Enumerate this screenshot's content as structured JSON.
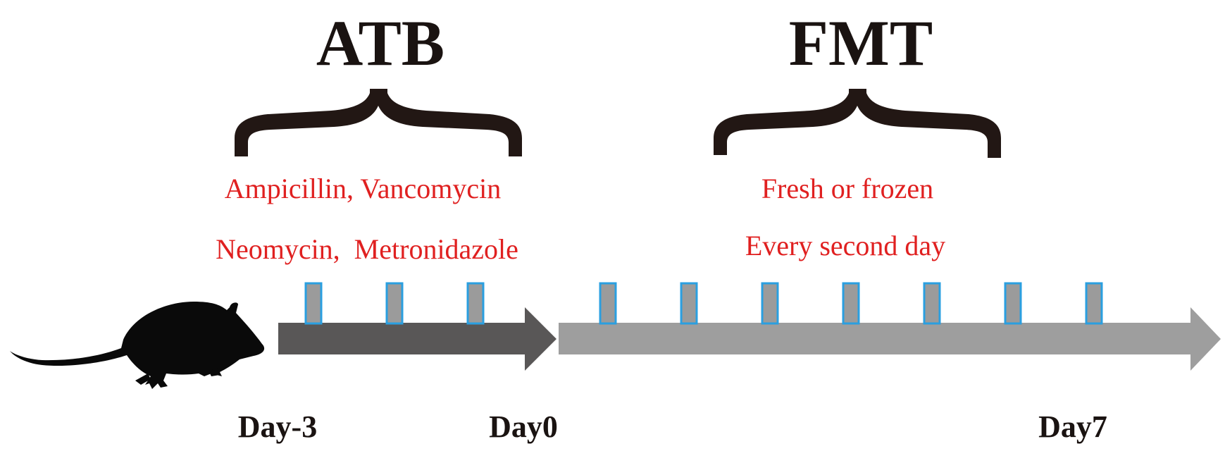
{
  "colors": {
    "title": "#1a1311",
    "brace": "#221714",
    "note": "#e02020",
    "atb_arrow": "#595757",
    "fmt_arrow": "#9e9e9e",
    "marker_fill": "#9b9b9b",
    "marker_border": "#2a9fe0",
    "mouse": "#0a0a0a",
    "day_label": "#1a1311"
  },
  "phases": {
    "atb": {
      "title": "ATB",
      "notes": [
        "Ampicillin, Vancomycin",
        "Neomycin,  Metronidazole"
      ]
    },
    "fmt": {
      "title": "FMT",
      "notes": [
        "Fresh or frozen",
        "Every second day"
      ]
    }
  },
  "timeline": {
    "labels": [
      "Day-3",
      "Day0",
      "Day7"
    ],
    "atb_doses": 3,
    "fmt_doses": 7
  },
  "icons": {
    "subject": "mouse-icon"
  }
}
